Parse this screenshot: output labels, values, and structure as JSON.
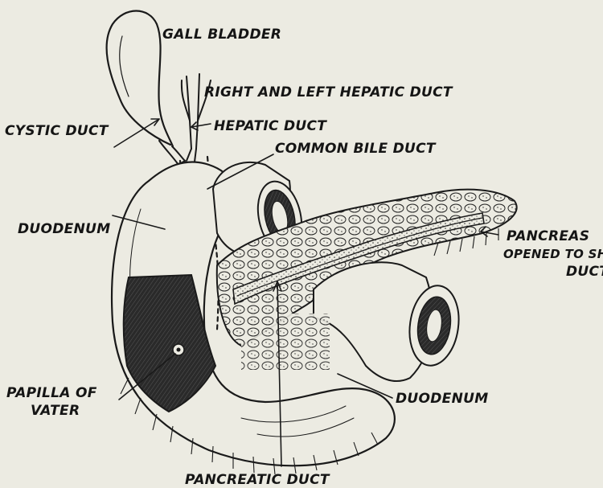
{
  "labels": {
    "gall_bladder": "GALL BLADDER",
    "right_left_hepatic_duct": "RIGHT AND LEFT HEPATIC DUCT",
    "cystic_duct": "CYSTIC DUCT",
    "hepatic_duct": "HEPATIC DUCT",
    "common_bile_duct": "COMMON BILE DUCT",
    "duodenum_upper": "DUODENUM",
    "pancreas_line1": "PANCREAS",
    "pancreas_line2": "OPENED TO SHOW",
    "pancreas_line3": "DUCT",
    "papilla_line1": "PAPILLA OF",
    "papilla_line2": "VATER",
    "duodenum_lower": "DUODENUM",
    "pancreatic_duct": "PANCREATIC DUCT"
  },
  "colors": {
    "paper": "#ecebe2",
    "ink": "#1a1a1a"
  }
}
